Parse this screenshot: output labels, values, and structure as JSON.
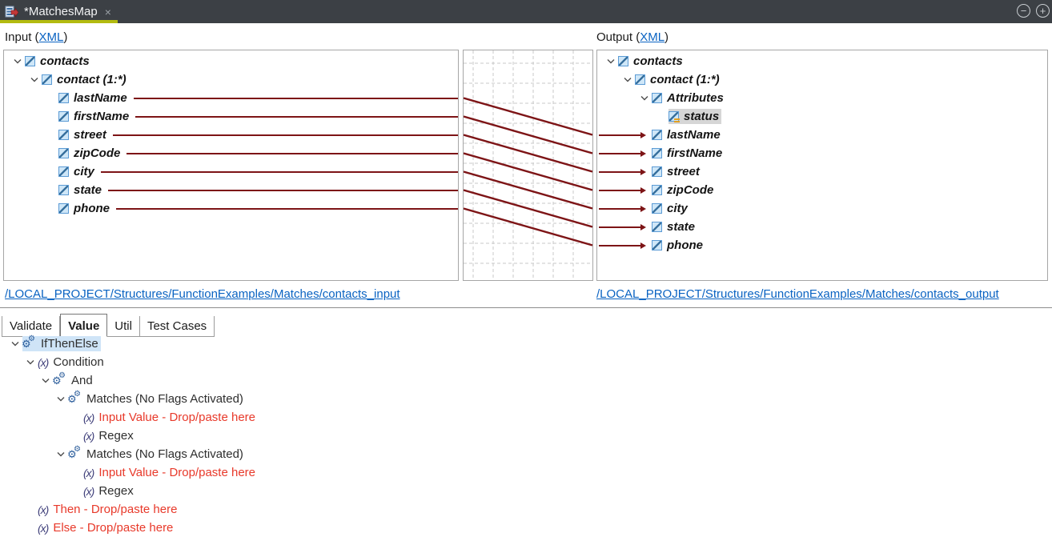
{
  "tab_bar": {
    "title": "*MatchesMap",
    "close_glyph": "×",
    "minimize_glyph": "−",
    "maximize_glyph": "+"
  },
  "colors": {
    "mapping_line": "#7d1416",
    "link_blue": "#0a63c2",
    "tab_accent_green": "#b3bb10",
    "drop_target_red": "#e8392a",
    "selection_blue": "#cfe4f7",
    "selection_gray": "#d6d6d6"
  },
  "panes": {
    "input": {
      "header_prefix": "Input (",
      "header_link": "XML",
      "header_suffix": ")",
      "file_link": "/LOCAL_PROJECT/Structures/FunctionExamples/Matches/contacts_input",
      "tree": [
        {
          "label": "contacts",
          "level": 0,
          "chevron": true,
          "icon": "element"
        },
        {
          "label": "contact (1:*)",
          "level": 1,
          "chevron": true,
          "icon": "element"
        },
        {
          "label": "lastName",
          "level": 2,
          "chevron": false,
          "icon": "element",
          "line": true
        },
        {
          "label": "firstName",
          "level": 2,
          "chevron": false,
          "icon": "element",
          "line": true
        },
        {
          "label": "street",
          "level": 2,
          "chevron": false,
          "icon": "element",
          "line": true
        },
        {
          "label": "zipCode",
          "level": 2,
          "chevron": false,
          "icon": "element",
          "line": true
        },
        {
          "label": "city",
          "level": 2,
          "chevron": false,
          "icon": "element",
          "line": true
        },
        {
          "label": "state",
          "level": 2,
          "chevron": false,
          "icon": "element",
          "line": true
        },
        {
          "label": "phone",
          "level": 2,
          "chevron": false,
          "icon": "element",
          "line": true
        }
      ]
    },
    "output": {
      "header_prefix": "Output (",
      "header_link": "XML",
      "header_suffix": ")",
      "file_link": "/LOCAL_PROJECT/Structures/FunctionExamples/Matches/contacts_output",
      "tree": [
        {
          "label": "contacts",
          "level": 0,
          "chevron": true,
          "icon": "element"
        },
        {
          "label": "contact (1:*)",
          "level": 1,
          "chevron": true,
          "icon": "element"
        },
        {
          "label": "Attributes",
          "level": 2,
          "chevron": true,
          "icon": "element"
        },
        {
          "label": "status",
          "level": 3,
          "chevron": false,
          "icon": "attribute",
          "selected": true
        },
        {
          "label": "lastName",
          "level": 2,
          "chevron": false,
          "icon": "element",
          "arrow": true
        },
        {
          "label": "firstName",
          "level": 2,
          "chevron": false,
          "icon": "element",
          "arrow": true
        },
        {
          "label": "street",
          "level": 2,
          "chevron": false,
          "icon": "element",
          "arrow": true
        },
        {
          "label": "zipCode",
          "level": 2,
          "chevron": false,
          "icon": "element",
          "arrow": true
        },
        {
          "label": "city",
          "level": 2,
          "chevron": false,
          "icon": "element",
          "arrow": true
        },
        {
          "label": "state",
          "level": 2,
          "chevron": false,
          "icon": "element",
          "arrow": true
        },
        {
          "label": "phone",
          "level": 2,
          "chevron": false,
          "icon": "element",
          "arrow": true
        }
      ]
    },
    "mappings": [
      {
        "from": "lastName",
        "to": "lastName"
      },
      {
        "from": "firstName",
        "to": "firstName"
      },
      {
        "from": "street",
        "to": "street"
      },
      {
        "from": "zipCode",
        "to": "zipCode"
      },
      {
        "from": "city",
        "to": "city"
      },
      {
        "from": "state",
        "to": "state"
      },
      {
        "from": "phone",
        "to": "phone"
      }
    ]
  },
  "bottom": {
    "tabs": [
      {
        "label": "Validate",
        "active": false
      },
      {
        "label": "Value",
        "active": true
      },
      {
        "label": "Util",
        "active": false
      },
      {
        "label": "Test Cases",
        "active": false
      }
    ],
    "tree": [
      {
        "label": "IfThenElse",
        "level": 0,
        "chevron": true,
        "icon": "function",
        "selected": true
      },
      {
        "label": "Condition",
        "level": 1,
        "chevron": true,
        "icon": "x"
      },
      {
        "label": "And",
        "level": 2,
        "chevron": true,
        "icon": "function"
      },
      {
        "label": "Matches (No Flags Activated)",
        "level": 3,
        "chevron": true,
        "icon": "function"
      },
      {
        "label": "Input Value - Drop/paste here",
        "level": 4,
        "chevron": false,
        "icon": "x",
        "red": true
      },
      {
        "label": "Regex",
        "level": 4,
        "chevron": false,
        "icon": "x"
      },
      {
        "label": "Matches (No Flags Activated)",
        "level": 3,
        "chevron": true,
        "icon": "function"
      },
      {
        "label": "Input Value - Drop/paste here",
        "level": 4,
        "chevron": false,
        "icon": "x",
        "red": true
      },
      {
        "label": "Regex",
        "level": 4,
        "chevron": false,
        "icon": "x"
      },
      {
        "label": "Then - Drop/paste here",
        "level": 1,
        "chevron": false,
        "icon": "x",
        "red": true
      },
      {
        "label": "Else - Drop/paste here",
        "level": 1,
        "chevron": false,
        "icon": "x",
        "red": true
      }
    ]
  }
}
